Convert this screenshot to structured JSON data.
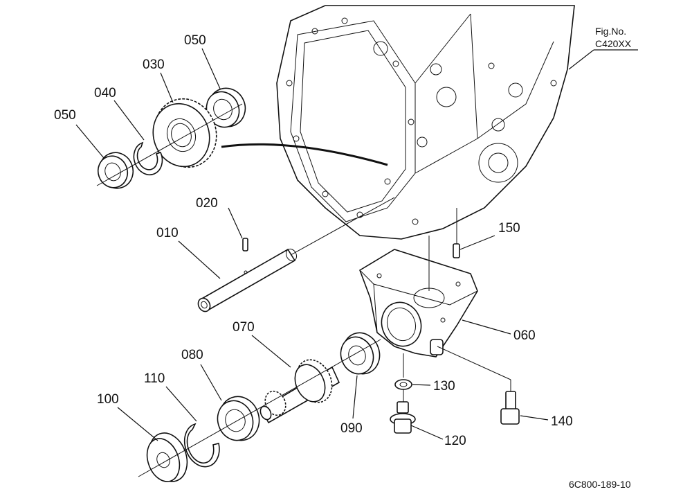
{
  "figure": {
    "fig_label": "Fig.No.",
    "fig_number": "C420XX",
    "drawing_code": "6C800-189-10"
  },
  "parts": [
    {
      "id": "p010",
      "label": "010"
    },
    {
      "id": "p020",
      "label": "020"
    },
    {
      "id": "p030",
      "label": "030"
    },
    {
      "id": "p040",
      "label": "040"
    },
    {
      "id": "p050a",
      "label": "050"
    },
    {
      "id": "p050b",
      "label": "050"
    },
    {
      "id": "p060",
      "label": "060"
    },
    {
      "id": "p070",
      "label": "070"
    },
    {
      "id": "p080",
      "label": "080"
    },
    {
      "id": "p090",
      "label": "090"
    },
    {
      "id": "p100",
      "label": "100"
    },
    {
      "id": "p110",
      "label": "110"
    },
    {
      "id": "p120",
      "label": "120"
    },
    {
      "id": "p130",
      "label": "130"
    },
    {
      "id": "p140",
      "label": "140"
    },
    {
      "id": "p150",
      "label": "150"
    }
  ]
}
